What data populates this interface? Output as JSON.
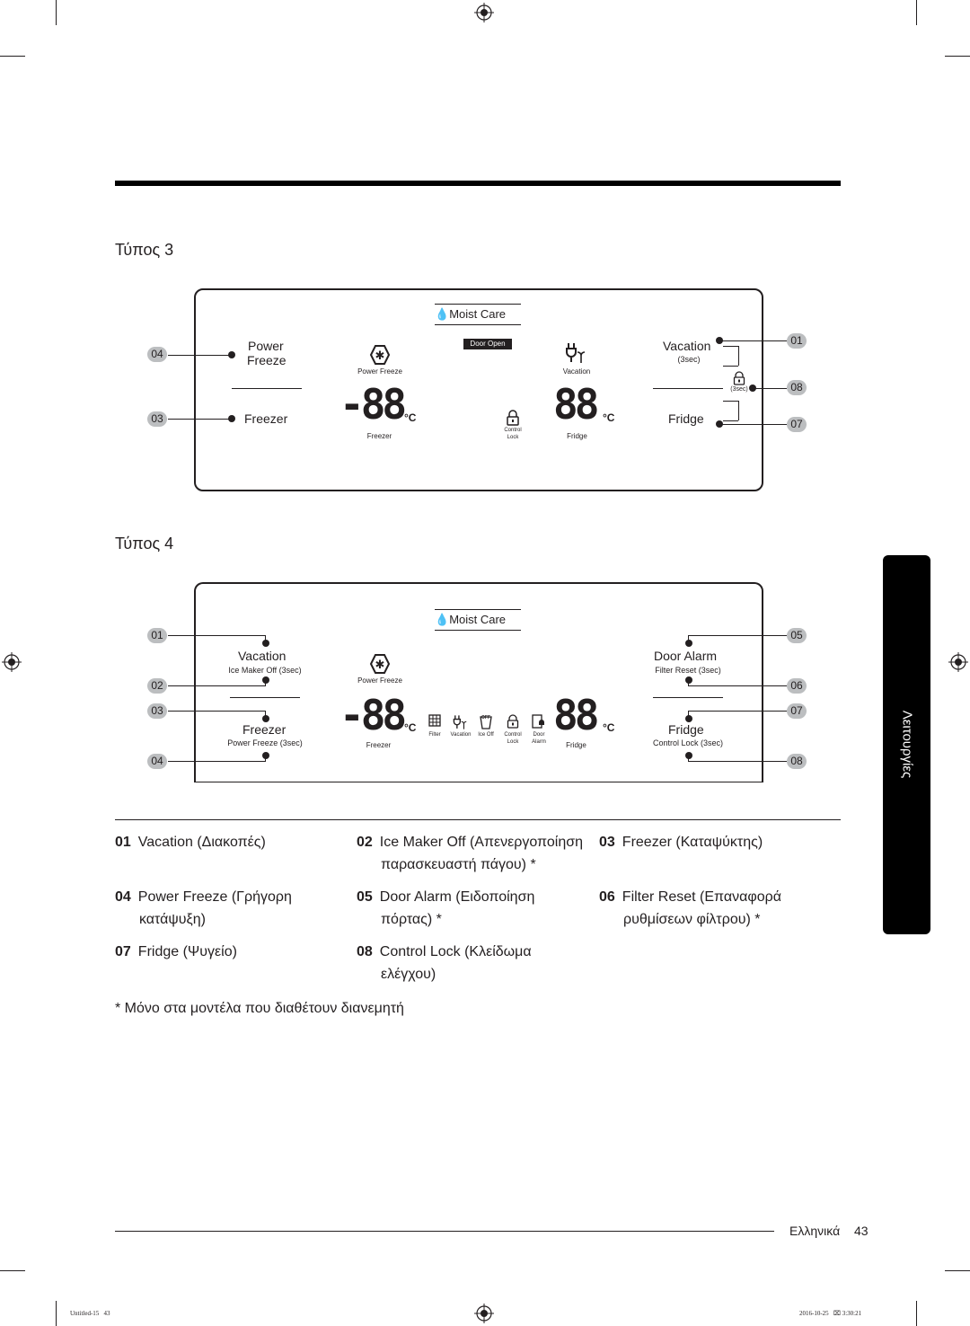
{
  "type3": {
    "title": "Τύπος 3",
    "moist_care": "Moist Care",
    "door_open": "Door Open",
    "power": "Power",
    "freeze": "Freeze",
    "freezer": "Freezer",
    "vacation": "Vacation",
    "vacation_sub": "(3sec)",
    "lock_sub": "(3sec)",
    "fridge": "Fridge",
    "power_freeze_icon": "Power Freeze",
    "vacation_icon": "Vacation",
    "freezer_display": "Freezer",
    "fridge_display": "Fridge",
    "control": "Control",
    "lock": "Lock",
    "freezer_digits": "-88",
    "fridge_digits": "88",
    "unit": "°C",
    "callouts": {
      "c01": "01",
      "c08": "08",
      "c07": "07",
      "c04": "04",
      "c03": "03"
    }
  },
  "type4": {
    "title": "Τύπος 4",
    "moist_care": "Moist Care",
    "vacation": "Vacation",
    "vacation_sub": "Ice Maker Off (3sec)",
    "freezer": "Freezer",
    "freezer_sub": "Power Freeze (3sec)",
    "door_alarm": "Door Alarm",
    "door_alarm_sub": "Filter Reset (3sec)",
    "fridge": "Fridge",
    "fridge_sub": "Control Lock (3sec)",
    "power_freeze_icon": "Power Freeze",
    "freezer_display": "Freezer",
    "fridge_display": "Fridge",
    "filter": "Filter",
    "vacation_icon": "Vacation",
    "ice_off": "Ice Off",
    "off_badge": "OFF",
    "control": "Control",
    "lock": "Lock",
    "door": "Door",
    "alarm": "Alarm",
    "freezer_digits": "-88",
    "fridge_digits": "88",
    "unit": "°C",
    "callouts": {
      "l01": "01",
      "l02": "02",
      "l03": "03",
      "l04": "04",
      "r05": "05",
      "r06": "06",
      "r07": "07",
      "r08": "08"
    }
  },
  "legend": [
    {
      "num": "01",
      "lines": [
        "Vacation (Διακοπές)"
      ]
    },
    {
      "num": "02",
      "lines": [
        "Ice Maker Off (Απενεργοποίηση",
        "παρασκευαστή πάγου) *"
      ]
    },
    {
      "num": "03",
      "lines": [
        "Freezer (Καταψύκτης)"
      ]
    },
    {
      "num": "04",
      "lines": [
        "Power Freeze (Γρήγορη",
        "κατάψυξη)"
      ]
    },
    {
      "num": "05",
      "lines": [
        "Door Alarm (Ειδοποίηση",
        "πόρτας) *"
      ]
    },
    {
      "num": "06",
      "lines": [
        "Filter Reset (Επαναφορά",
        "ρυθμίσεων φίλτρου) *"
      ]
    },
    {
      "num": "07",
      "lines": [
        "Fridge (Ψυγείο)"
      ]
    },
    {
      "num": "08",
      "lines": [
        "Control Lock (Κλείδωμα",
        "ελέγχου)"
      ]
    }
  ],
  "footnote": "* Μόνο στα μοντέλα που διαθέτουν διανεμητή",
  "side_tab": "Λειτουργίες",
  "footer": {
    "language": "Ελληνικά",
    "page": "43"
  },
  "print_marks": {
    "left": "Untitled-15   43",
    "right": "2016-10-25   ⌧ 3:30:21"
  },
  "colors": {
    "badge": "#bcbec0",
    "tab": "#000000",
    "ink": "#231f20"
  }
}
